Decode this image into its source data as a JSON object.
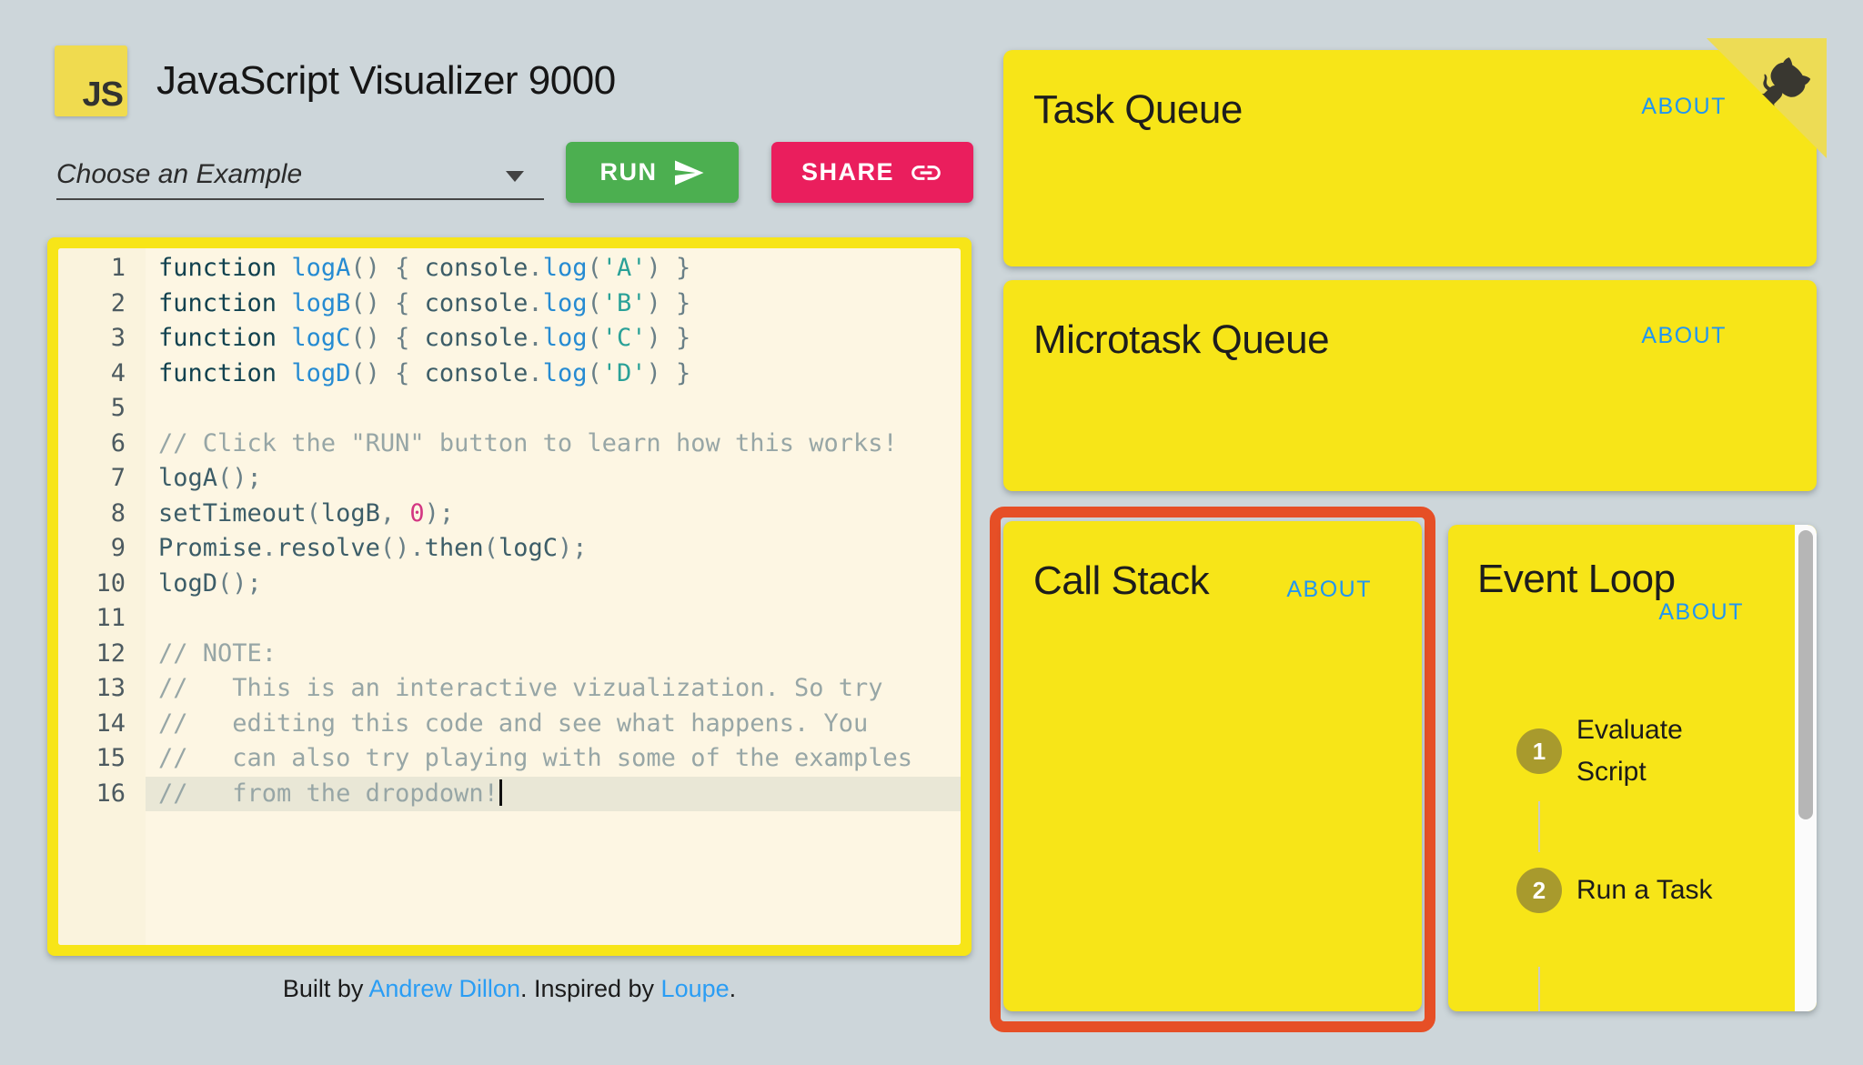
{
  "header": {
    "logo_text": "JS",
    "title": "JavaScript Visualizer 9000"
  },
  "controls": {
    "example_select_value": "Choose an Example",
    "run_label": "RUN",
    "share_label": "SHARE"
  },
  "editor": {
    "active_line": 16,
    "lines": [
      {
        "num": "1",
        "segs": [
          [
            "k",
            "function "
          ],
          [
            "f",
            "logA"
          ],
          [
            "p",
            "() { "
          ],
          [
            "d",
            "console"
          ],
          [
            "p",
            "."
          ],
          [
            "f",
            "log"
          ],
          [
            "p",
            "("
          ],
          [
            "s",
            "'A'"
          ],
          [
            "p",
            ") }"
          ]
        ]
      },
      {
        "num": "2",
        "segs": [
          [
            "k",
            "function "
          ],
          [
            "f",
            "logB"
          ],
          [
            "p",
            "() { "
          ],
          [
            "d",
            "console"
          ],
          [
            "p",
            "."
          ],
          [
            "f",
            "log"
          ],
          [
            "p",
            "("
          ],
          [
            "s",
            "'B'"
          ],
          [
            "p",
            ") }"
          ]
        ]
      },
      {
        "num": "3",
        "segs": [
          [
            "k",
            "function "
          ],
          [
            "f",
            "logC"
          ],
          [
            "p",
            "() { "
          ],
          [
            "d",
            "console"
          ],
          [
            "p",
            "."
          ],
          [
            "f",
            "log"
          ],
          [
            "p",
            "("
          ],
          [
            "s",
            "'C'"
          ],
          [
            "p",
            ") }"
          ]
        ]
      },
      {
        "num": "4",
        "segs": [
          [
            "k",
            "function "
          ],
          [
            "f",
            "logD"
          ],
          [
            "p",
            "() { "
          ],
          [
            "d",
            "console"
          ],
          [
            "p",
            "."
          ],
          [
            "f",
            "log"
          ],
          [
            "p",
            "("
          ],
          [
            "s",
            "'D'"
          ],
          [
            "p",
            ") }"
          ]
        ]
      },
      {
        "num": "5",
        "segs": []
      },
      {
        "num": "6",
        "segs": [
          [
            "c",
            "// Click the \"RUN\" button to learn how this works!"
          ]
        ]
      },
      {
        "num": "7",
        "segs": [
          [
            "d",
            "logA"
          ],
          [
            "p",
            "();"
          ]
        ]
      },
      {
        "num": "8",
        "segs": [
          [
            "d",
            "setTimeout"
          ],
          [
            "p",
            "("
          ],
          [
            "d",
            "logB"
          ],
          [
            "p",
            ", "
          ],
          [
            "n",
            "0"
          ],
          [
            "p",
            ");"
          ]
        ]
      },
      {
        "num": "9",
        "segs": [
          [
            "d",
            "Promise"
          ],
          [
            "p",
            "."
          ],
          [
            "d",
            "resolve"
          ],
          [
            "p",
            "()."
          ],
          [
            "d",
            "then"
          ],
          [
            "p",
            "("
          ],
          [
            "d",
            "logC"
          ],
          [
            "p",
            ");"
          ]
        ]
      },
      {
        "num": "10",
        "segs": [
          [
            "d",
            "logD"
          ],
          [
            "p",
            "();"
          ]
        ]
      },
      {
        "num": "11",
        "segs": []
      },
      {
        "num": "12",
        "segs": [
          [
            "c",
            "// NOTE:"
          ]
        ]
      },
      {
        "num": "13",
        "segs": [
          [
            "c",
            "//   This is an interactive vizualization. So try"
          ]
        ]
      },
      {
        "num": "14",
        "segs": [
          [
            "c",
            "//   editing this code and see what happens. You"
          ]
        ]
      },
      {
        "num": "15",
        "segs": [
          [
            "c",
            "//   can also try playing with some of the examples"
          ]
        ]
      },
      {
        "num": "16",
        "segs": [
          [
            "c",
            "//   from the dropdown!"
          ]
        ]
      }
    ]
  },
  "footer": {
    "prefix": "Built by ",
    "author_link": "Andrew Dillon",
    "middle": ". Inspired by ",
    "inspiration_link": "Loupe",
    "suffix": "."
  },
  "panels": {
    "task_queue": {
      "title": "Task Queue",
      "about": "ABOUT"
    },
    "microtask_queue": {
      "title": "Microtask Queue",
      "about": "ABOUT"
    },
    "call_stack": {
      "title": "Call Stack",
      "about": "ABOUT"
    },
    "event_loop": {
      "title": "Event Loop",
      "about": "ABOUT",
      "steps": [
        {
          "num": "1",
          "label": "Evaluate Script"
        },
        {
          "num": "2",
          "label": "Run a Task"
        }
      ]
    }
  },
  "colors": {
    "background": "#cdd6da",
    "panel_yellow": "#f7e518",
    "logo_yellow": "#f0db4f",
    "corner_yellow": "#eddc55",
    "run_green": "#4caf50",
    "share_pink": "#ea1e5d",
    "highlight_red": "#e64f26",
    "link_blue": "#2196f3",
    "editor_bg": "#fdf6e3",
    "step_circle_olive": "#a89a2d"
  }
}
